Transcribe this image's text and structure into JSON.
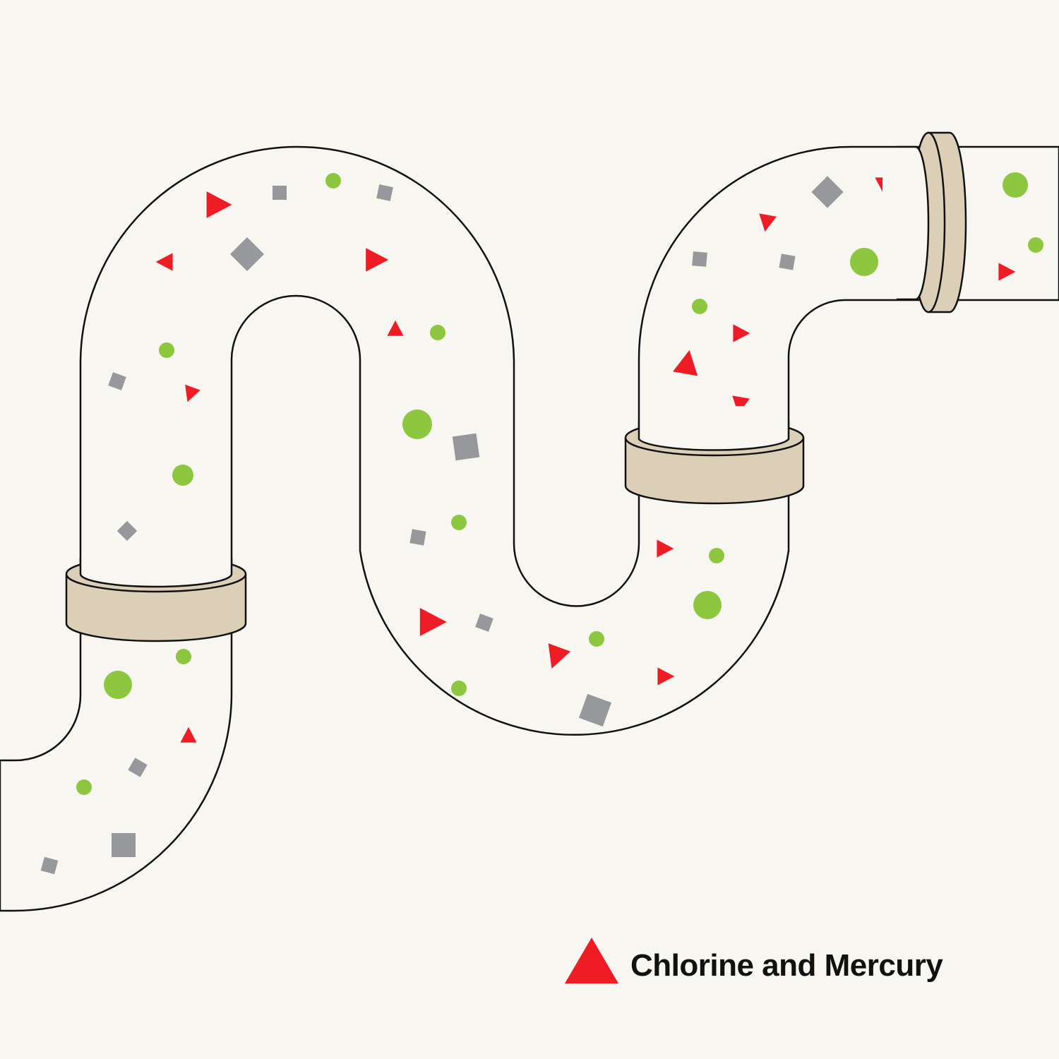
{
  "colors": {
    "background": "#F8F6F0",
    "pipe_fill": "#F8F6F0",
    "outline": "#111111",
    "coupling": "#DCCFB8",
    "particle_chem": "#EE1C25",
    "particle_solid": "#97989B",
    "particle_organic": "#8DC63F"
  },
  "legend": {
    "label": "Chlorine and Mercury",
    "marker_icon": "red-triangle-icon",
    "marker_color": "#EE1C25"
  },
  "particle_kinds": [
    "red-triangle",
    "gray-square",
    "green-circle"
  ]
}
